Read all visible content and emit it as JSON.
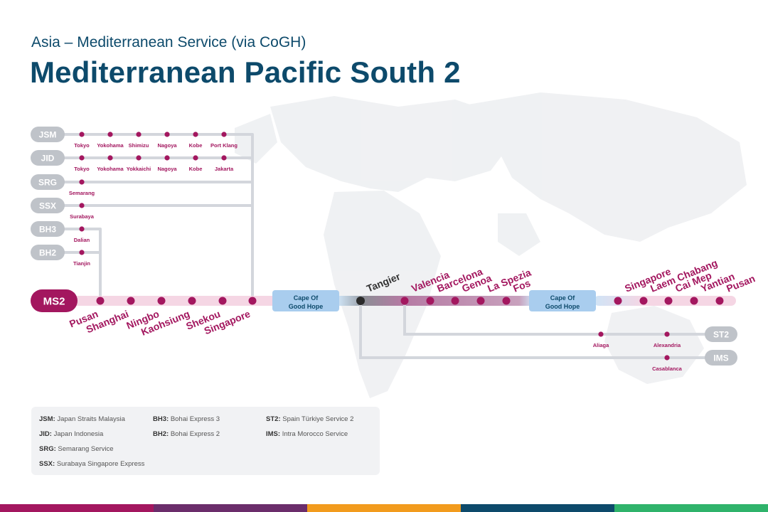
{
  "header": {
    "subtitle": "Asia – Mediterranean Service (via CoGH)",
    "title": "Mediterranean Pacific South 2"
  },
  "feeders": [
    {
      "code": "JSM",
      "ports": [
        "Tokyo",
        "Yokohama",
        "Shimizu",
        "Nagoya",
        "Kobe",
        "Port Klang"
      ]
    },
    {
      "code": "JID",
      "ports": [
        "Tokyo",
        "Yokohama",
        "Yokkaichi",
        "Nagoya",
        "Kobe",
        "Jakarta"
      ]
    },
    {
      "code": "SRG",
      "ports": [
        "Semarang"
      ]
    },
    {
      "code": "SSX",
      "ports": [
        "Surabaya"
      ]
    },
    {
      "code": "BH3",
      "ports": [
        "Dalian"
      ]
    },
    {
      "code": "BH2",
      "ports": [
        "Tianjin"
      ]
    }
  ],
  "main": {
    "code": "MS2",
    "asia_ports": [
      "Pusan",
      "Shanghai",
      "Ningbo",
      "Kaohsiung",
      "Shekou",
      "Singapore"
    ],
    "cape_label_1": "Cape Of",
    "cape_label_2": "Good Hope",
    "transship_port": "Tangier",
    "med_ports": [
      "Valencia",
      "Barcelona",
      "Genoa",
      "La Spezia",
      "Fos"
    ],
    "return_ports": [
      "Singapore",
      "Laem Chabang",
      "Cai Mep",
      "Yantian",
      "Pusan"
    ]
  },
  "connections": [
    {
      "code": "ST2",
      "ports": [
        "Aliaga",
        "Alexandria"
      ]
    },
    {
      "code": "IMS",
      "ports": [
        "Casablanca"
      ]
    }
  ],
  "legend": [
    {
      "code": "JSM:",
      "name": "Japan Straits Malaysia"
    },
    {
      "code": "JID:",
      "name": "Japan Indonesia"
    },
    {
      "code": "SRG:",
      "name": "Semarang Service"
    },
    {
      "code": "SSX:",
      "name": "Surabaya Singapore Express"
    },
    {
      "code": "BH3:",
      "name": "Bohai Express 3"
    },
    {
      "code": "BH2:",
      "name": "Bohai Express 2"
    },
    {
      "code": "ST2:",
      "name": "Spain Türkiye Service 2"
    },
    {
      "code": "IMS:",
      "name": "Intra Morocco Service"
    }
  ],
  "colors": {
    "title": "#0d4a6b",
    "port_magenta": "#a3175f",
    "route_pink": "#f5d6e4",
    "route_purple": "#b57aa3",
    "feeder_gray": "#d3d6dc",
    "pill_gray": "#bfc3c9",
    "cape_blue": "#a9cdee",
    "footer": [
      "#a3175f",
      "#6b2d6b",
      "#f29b1d",
      "#0d4a6b",
      "#2fb36b"
    ]
  }
}
